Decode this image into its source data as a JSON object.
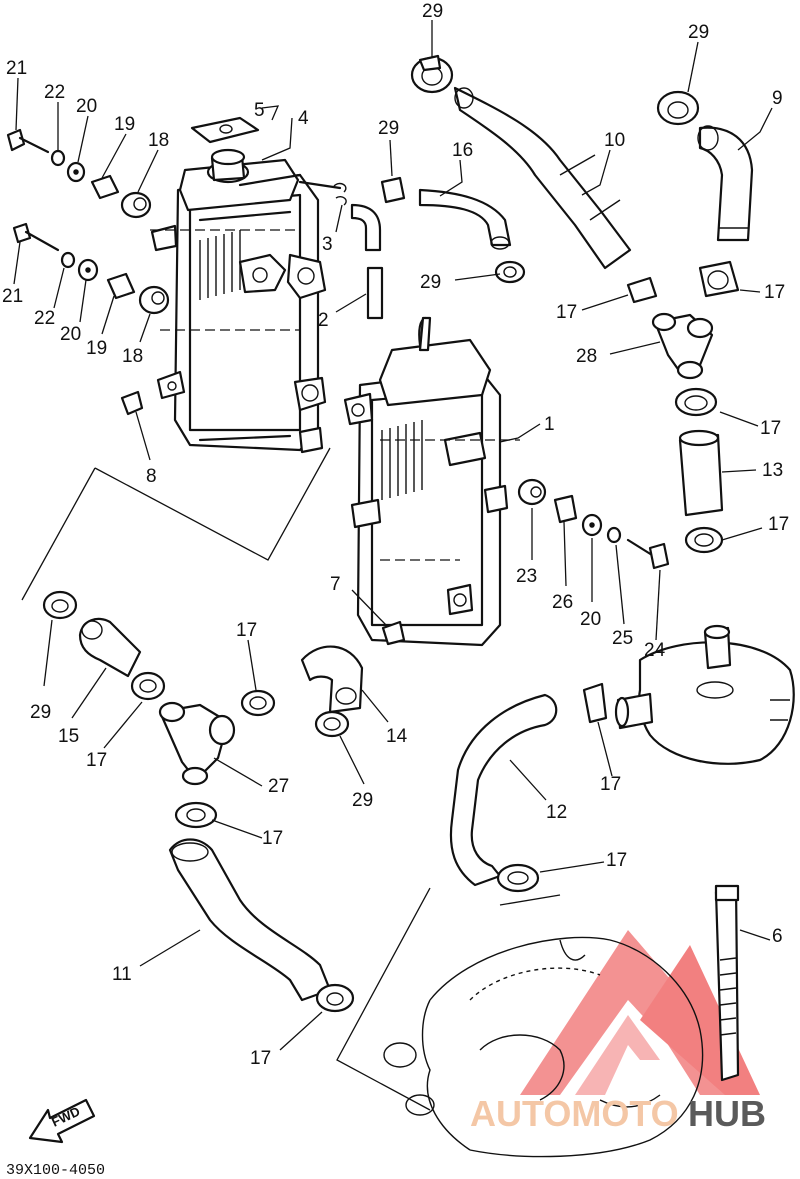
{
  "diagram_code": "39X100-4050",
  "fwd_label": "FWD",
  "watermark": {
    "part1": "AUTOMOTO",
    "part2": "HUB",
    "accent_color": "#f06a6a",
    "text_color": "#f4c7a6",
    "dark_color": "#5a5a5a"
  },
  "callouts": [
    "29",
    "29",
    "9",
    "10",
    "16",
    "29",
    "5",
    "4",
    "21",
    "22",
    "20",
    "19",
    "18",
    "3",
    "2",
    "29",
    "17",
    "17",
    "28",
    "21",
    "22",
    "20",
    "19",
    "18",
    "1",
    "17",
    "13",
    "8",
    "23",
    "26",
    "20",
    "25",
    "17",
    "24",
    "7",
    "17",
    "14",
    "29",
    "15",
    "17",
    "27",
    "29",
    "12",
    "17",
    "17",
    "17",
    "11",
    "6",
    "17"
  ]
}
